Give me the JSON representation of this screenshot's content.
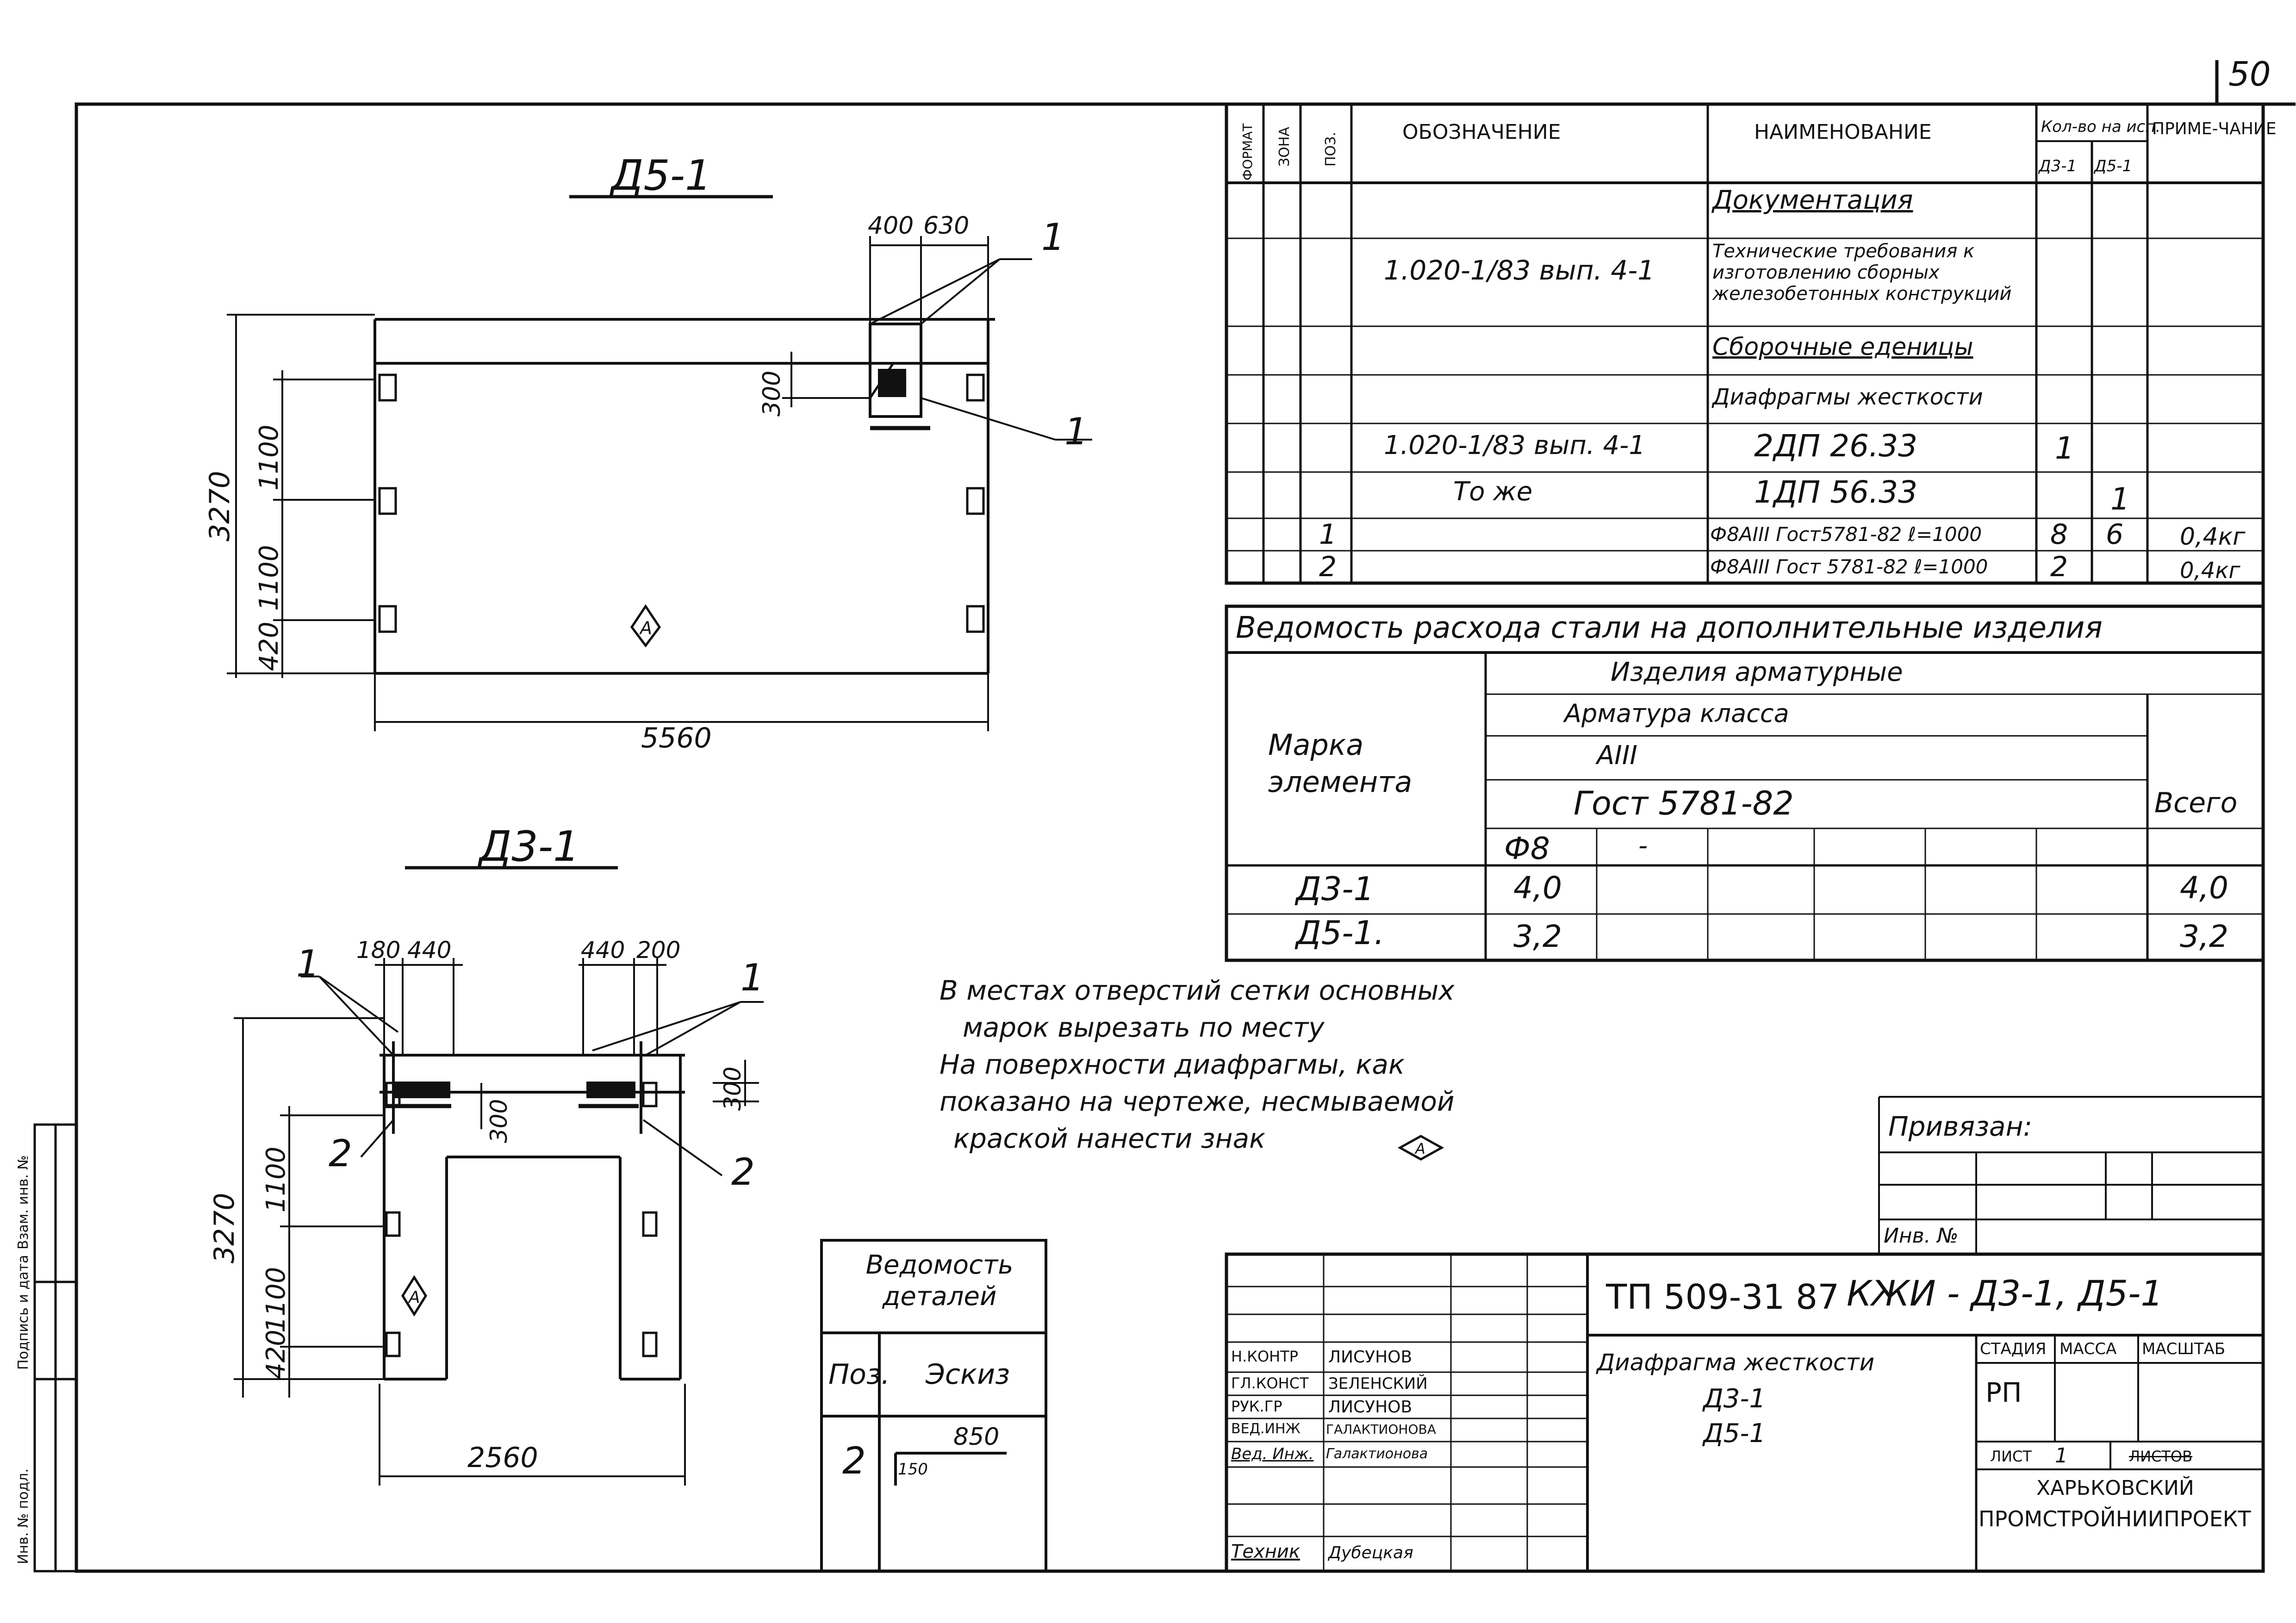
{
  "sheet_number": "50",
  "views": {
    "d5": {
      "title": "Д5-1",
      "dims": {
        "d400": "400",
        "d630": "630",
        "d300": "300",
        "d3270": "3270",
        "d1100a": "1100",
        "d1100b": "1100",
        "d420": "420",
        "d5560": "5560"
      },
      "callouts": {
        "c1a": "1",
        "c1b": "1"
      },
      "mark": "А"
    },
    "d3": {
      "title": "Д3-1",
      "dims": {
        "d180": "180",
        "d440a": "440",
        "d440b": "440",
        "d200": "200",
        "d300a": "300",
        "d300b": "300",
        "d3270": "3270",
        "d1100a": "1100",
        "d1100b": "1100",
        "d420": "420",
        "d2560": "2560"
      },
      "callouts": {
        "c1a": "1",
        "c1b": "1",
        "c2a": "2",
        "c2b": "2"
      },
      "mark": "А"
    }
  },
  "spec": {
    "headers": {
      "format": "ФОРМАТ",
      "zone": "ЗОНА",
      "pos": "ПОЗ.",
      "designation": "ОБОЗНАЧЕНИЕ",
      "name": "НАИМЕНОВАНИЕ",
      "qty": "Кол-во на исп.",
      "qty_d3": "Д3-1",
      "qty_d5": "Д5-1",
      "note": "ПРИМЕ-ЧАНИЕ"
    },
    "rows": [
      {
        "pos": "",
        "designation": "",
        "name": "Документация",
        "q1": "",
        "q2": "",
        "note": ""
      },
      {
        "pos": "",
        "designation": "1.020-1/83 вып. 4-1",
        "name": "Технические требования к изготовлению сборных железобетонных конструкций",
        "q1": "",
        "q2": "",
        "note": ""
      },
      {
        "pos": "",
        "designation": "",
        "name": "Сборочные еденицы",
        "q1": "",
        "q2": "",
        "note": ""
      },
      {
        "pos": "",
        "designation": "",
        "name": "Диафрагмы жесткости",
        "q1": "",
        "q2": "",
        "note": ""
      },
      {
        "pos": "",
        "designation": "1.020-1/83 вып. 4-1",
        "name": "2ДП 26.33",
        "q1": "1",
        "q2": "",
        "note": ""
      },
      {
        "pos": "",
        "designation": "То же",
        "name": "1ДП 56.33",
        "q1": "",
        "q2": "1",
        "note": ""
      },
      {
        "pos": "1",
        "designation": "",
        "name": "Ф8АIII Гост5781-82 ℓ=1000",
        "q1": "8",
        "q2": "6",
        "note": "0,4кг"
      },
      {
        "pos": "2",
        "designation": "",
        "name": "Ф8АIII Гост 5781-82 ℓ=1000",
        "q1": "2",
        "q2": "",
        "note": "0,4кг"
      }
    ]
  },
  "steel": {
    "title": "Ведомость расхода стали на дополнительные изделия",
    "mark_label": "Марка элемента",
    "group": "Изделия арматурные",
    "class_label": "Арматура класса",
    "class": "АIII",
    "gost": "Гост 5781-82",
    "diameter": "Ф8",
    "dash": "-",
    "total_label": "Всего",
    "rows": [
      {
        "mark": "Д3-1",
        "value": "4,0",
        "total": "4,0"
      },
      {
        "mark": "Д5-1.",
        "value": "3,2",
        "total": "3,2"
      }
    ]
  },
  "notes": [
    "В местах отверстий сетки основных",
    "марок вырезать по месту",
    "На поверхности диафрагмы, как",
    "показано на чертеже, несмываемой",
    "краской нанести знак"
  ],
  "note_mark": "А",
  "binding": {
    "label": "Привязан:",
    "inv": "Инв. №"
  },
  "details": {
    "title": "Ведомость деталей",
    "pos_label": "Поз.",
    "sketch_label": "Эскиз",
    "pos": "2",
    "length": "850",
    "side": "150"
  },
  "titleblock": {
    "code": "ТП 509-31 87",
    "code_suffix": "КЖИ - Д3-1, Д5-1",
    "staff": [
      {
        "role": "Н.КОНТР",
        "name": "ЛИСУНОВ"
      },
      {
        "role": "ГЛ.КОНСТ",
        "name": "ЗЕЛЕНСКИЙ"
      },
      {
        "role": "РУК.ГР",
        "name": "ЛИСУНОВ"
      },
      {
        "role": "ВЕД.ИНЖ",
        "name": "ГАЛАКТИОНОВА"
      },
      {
        "role": "Вед. Инж.",
        "name": "Галактионова"
      },
      {
        "role": "",
        "name": ""
      },
      {
        "role": "Техник",
        "name": "Дубецкая"
      }
    ],
    "name_lines": [
      "Диафрагма жесткости",
      "Д3-1",
      "Д5-1"
    ],
    "stage_label": "СТАДИЯ",
    "mass_label": "МАССА",
    "scale_label": "МАСШТАБ",
    "stage": "РП",
    "sheet_label": "ЛИСТ",
    "sheet_value": "1",
    "sheets_label": "ЛИСТОВ",
    "org": [
      "ХАРЬКОВСКИЙ",
      "ПРОМСТРОЙНИИПРОЕКТ"
    ]
  },
  "side_stamp": {
    "labels": [
      "Инв. № подл.",
      "Подпись и дата",
      "Взам. инв. №"
    ]
  }
}
